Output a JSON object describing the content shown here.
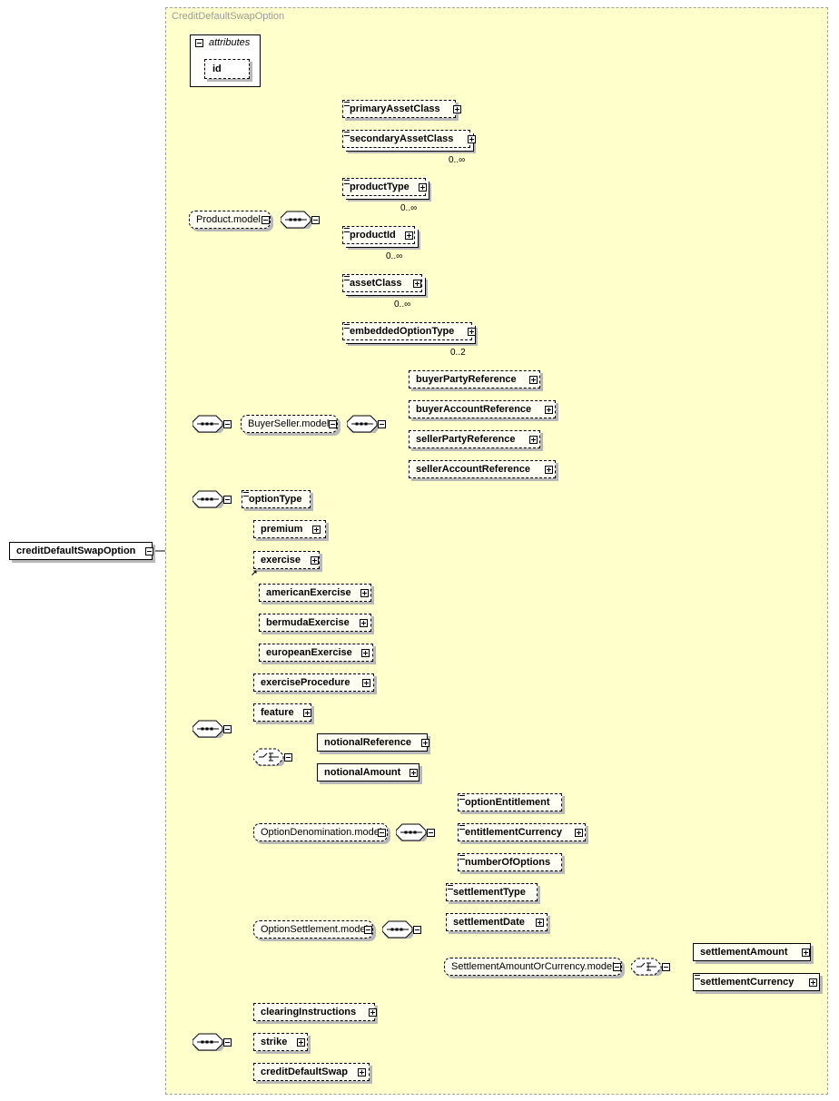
{
  "type_title": "CreditDefaultSwapOption",
  "root": "creditDefaultSwapOption",
  "attributes": {
    "label": "attributes",
    "items": [
      "id"
    ]
  },
  "product_model": {
    "name": "Product.model",
    "elements": [
      {
        "name": "primaryAssetClass",
        "card": ""
      },
      {
        "name": "secondaryAssetClass",
        "card": "0..∞"
      },
      {
        "name": "productType",
        "card": "0..∞"
      },
      {
        "name": "productId",
        "card": "0..∞"
      },
      {
        "name": "assetClass",
        "card": "0..∞"
      },
      {
        "name": "embeddedOptionType",
        "card": "0..2"
      }
    ]
  },
  "buyer_seller_model": {
    "name": "BuyerSeller.model",
    "elements": [
      "buyerPartyReference",
      "buyerAccountReference",
      "sellerPartyReference",
      "sellerAccountReference"
    ]
  },
  "option_type": "optionType",
  "option_base": {
    "premium": "premium",
    "exercise": "exercise",
    "exercise_subs": [
      "americanExercise",
      "bermudaExercise",
      "europeanExercise"
    ],
    "exercise_procedure": "exerciseProcedure",
    "feature": "feature",
    "notional_choice": [
      "notionalReference",
      "notionalAmount"
    ],
    "denomination_model": {
      "name": "OptionDenomination.model",
      "elements": [
        "optionEntitlement",
        "entitlementCurrency",
        "numberOfOptions"
      ]
    },
    "settlement_model": {
      "name": "OptionSettlement.model",
      "elements": [
        "settlementType",
        "settlementDate"
      ],
      "sub_model": {
        "name": "SettlementAmountOrCurrency.model",
        "elements": [
          "settlementAmount",
          "settlementCurrency"
        ]
      }
    }
  },
  "tail": [
    "clearingInstructions",
    "strike",
    "creditDefaultSwap"
  ]
}
